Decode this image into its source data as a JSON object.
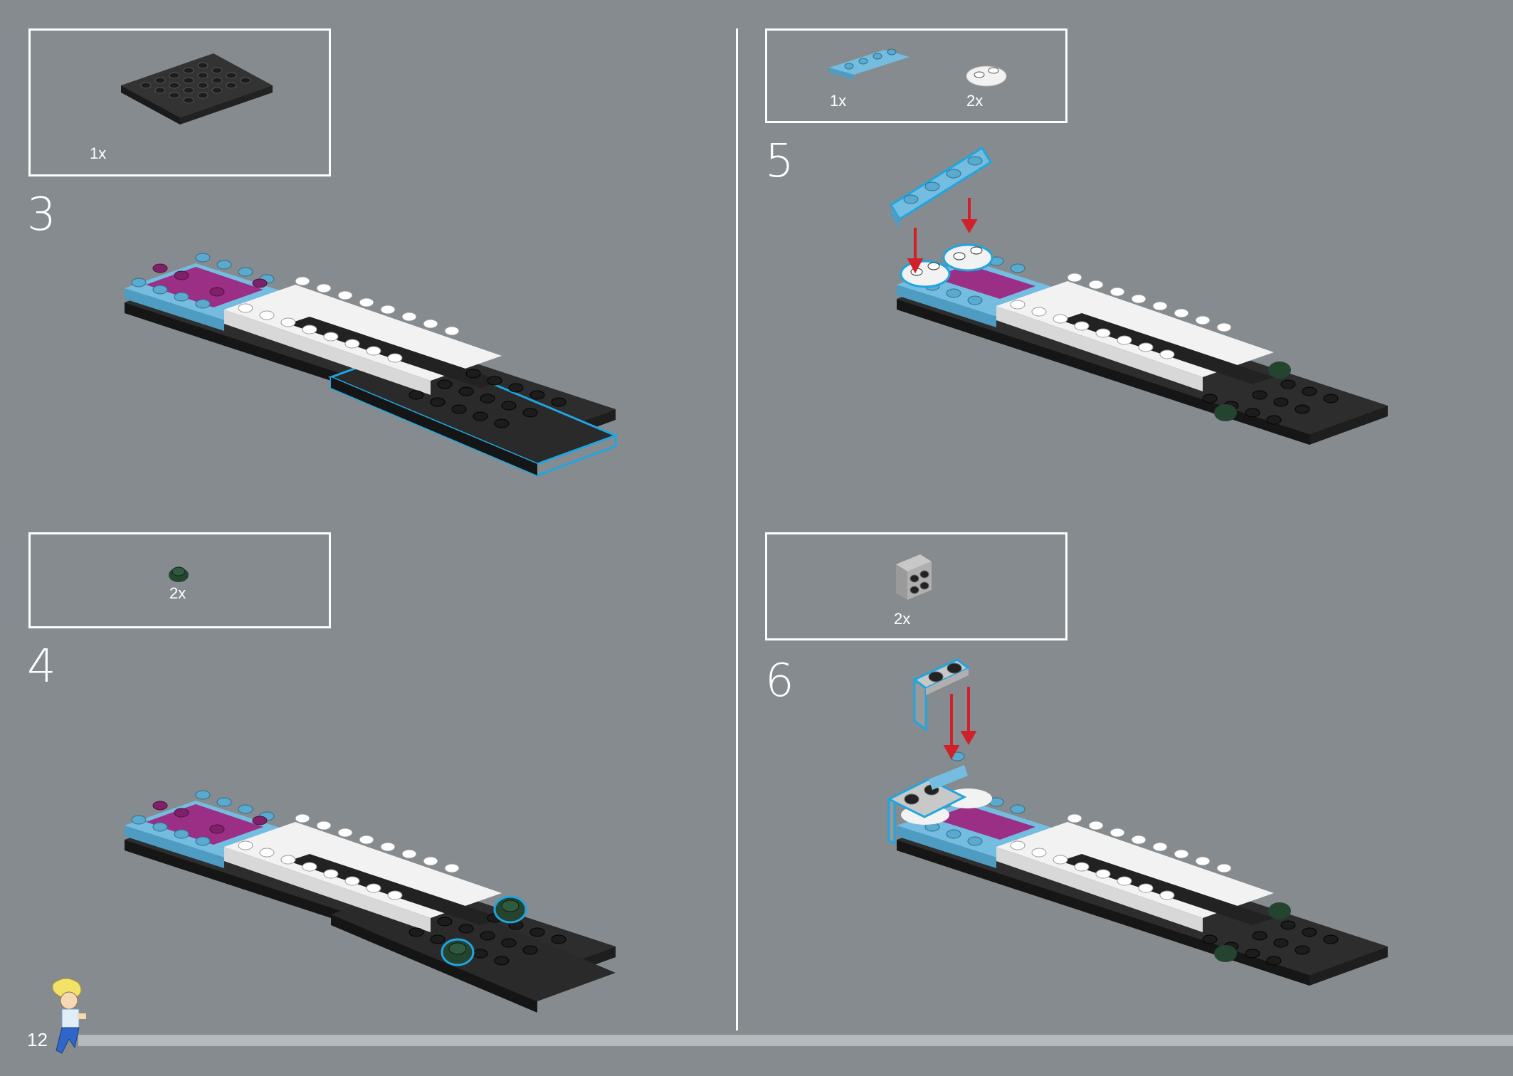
{
  "page": {
    "number": "12"
  },
  "steps": [
    {
      "number": "3",
      "parts": [
        {
          "qty": "1x",
          "name": "black-plate-4x8"
        }
      ]
    },
    {
      "number": "4",
      "parts": [
        {
          "qty": "2x",
          "name": "dark-green-round-plate-1x1"
        }
      ]
    },
    {
      "number": "5",
      "parts": [
        {
          "qty": "1x",
          "name": "blue-plate-1x4"
        },
        {
          "qty": "2x",
          "name": "white-plate-1x2-rounded"
        }
      ]
    },
    {
      "number": "6",
      "parts": [
        {
          "qty": "2x",
          "name": "grey-bracket-1x2-2x2"
        }
      ]
    }
  ],
  "colors": {
    "background": "#858b8e",
    "frame": "#ffffff",
    "black_plate": "#2a2a2a",
    "blue_plate": "#6fb7d9",
    "magenta_tile": "#9b2f86",
    "white_plate": "#f2f2f2",
    "highlight": "#1fa6e0",
    "arrow": "#d0202a",
    "dark_green": "#244430",
    "grey_bracket": "#b8b8b8",
    "progress_track": "#b4b9bc"
  }
}
